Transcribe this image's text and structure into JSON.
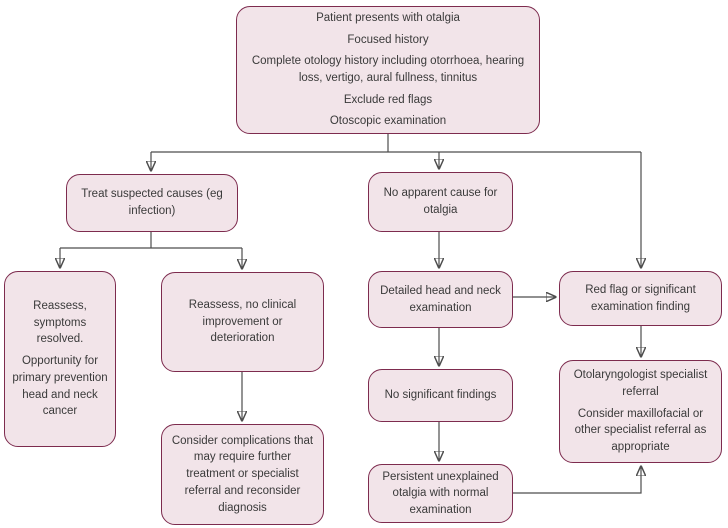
{
  "diagram_type": "flowchart",
  "colors": {
    "node_fill": "#f2e4e9",
    "node_border": "#7d2b4e",
    "text": "#3a3a3a",
    "connector_line": "#4d4d4d",
    "arrowhead": "#1a1a1a",
    "background": "#ffffff"
  },
  "nodes": [
    {
      "id": "presentation",
      "paragraphs": [
        "Patient presents with otalgia",
        "Focused history",
        "Complete otology history including otorrhoea, hearing loss, vertigo, aural fullness, tinnitus",
        "Exclude red flags",
        "Otoscopic examination"
      ]
    },
    {
      "id": "treat-suspected-causes",
      "paragraphs": [
        "Treat suspected causes (eg infection)"
      ]
    },
    {
      "id": "no-apparent-cause",
      "paragraphs": [
        "No apparent cause for otalgia"
      ]
    },
    {
      "id": "reassess-resolved",
      "paragraphs": [
        "Reassess, symptoms resolved.",
        "Opportunity for primary prevention head and neck cancer"
      ]
    },
    {
      "id": "reassess-no-improvement",
      "paragraphs": [
        "Reassess, no clinical improvement or deterioration"
      ]
    },
    {
      "id": "consider-complications",
      "paragraphs": [
        "Consider complications that may require further treatment or specialist referral and reconsider diagnosis"
      ]
    },
    {
      "id": "head-neck-examination",
      "paragraphs": [
        "Detailed head and neck examination"
      ]
    },
    {
      "id": "no-significant-findings",
      "paragraphs": [
        "No significant findings"
      ]
    },
    {
      "id": "persistent-otalgia",
      "paragraphs": [
        "Persistent unexplained otalgia with normal examination"
      ]
    },
    {
      "id": "red-flag-finding",
      "paragraphs": [
        "Red flag or significant examination finding"
      ]
    },
    {
      "id": "specialist-referral",
      "paragraphs": [
        "Otolaryngologist specialist referral",
        "Consider maxillofacial or other specialist referral as appropriate"
      ]
    }
  ]
}
